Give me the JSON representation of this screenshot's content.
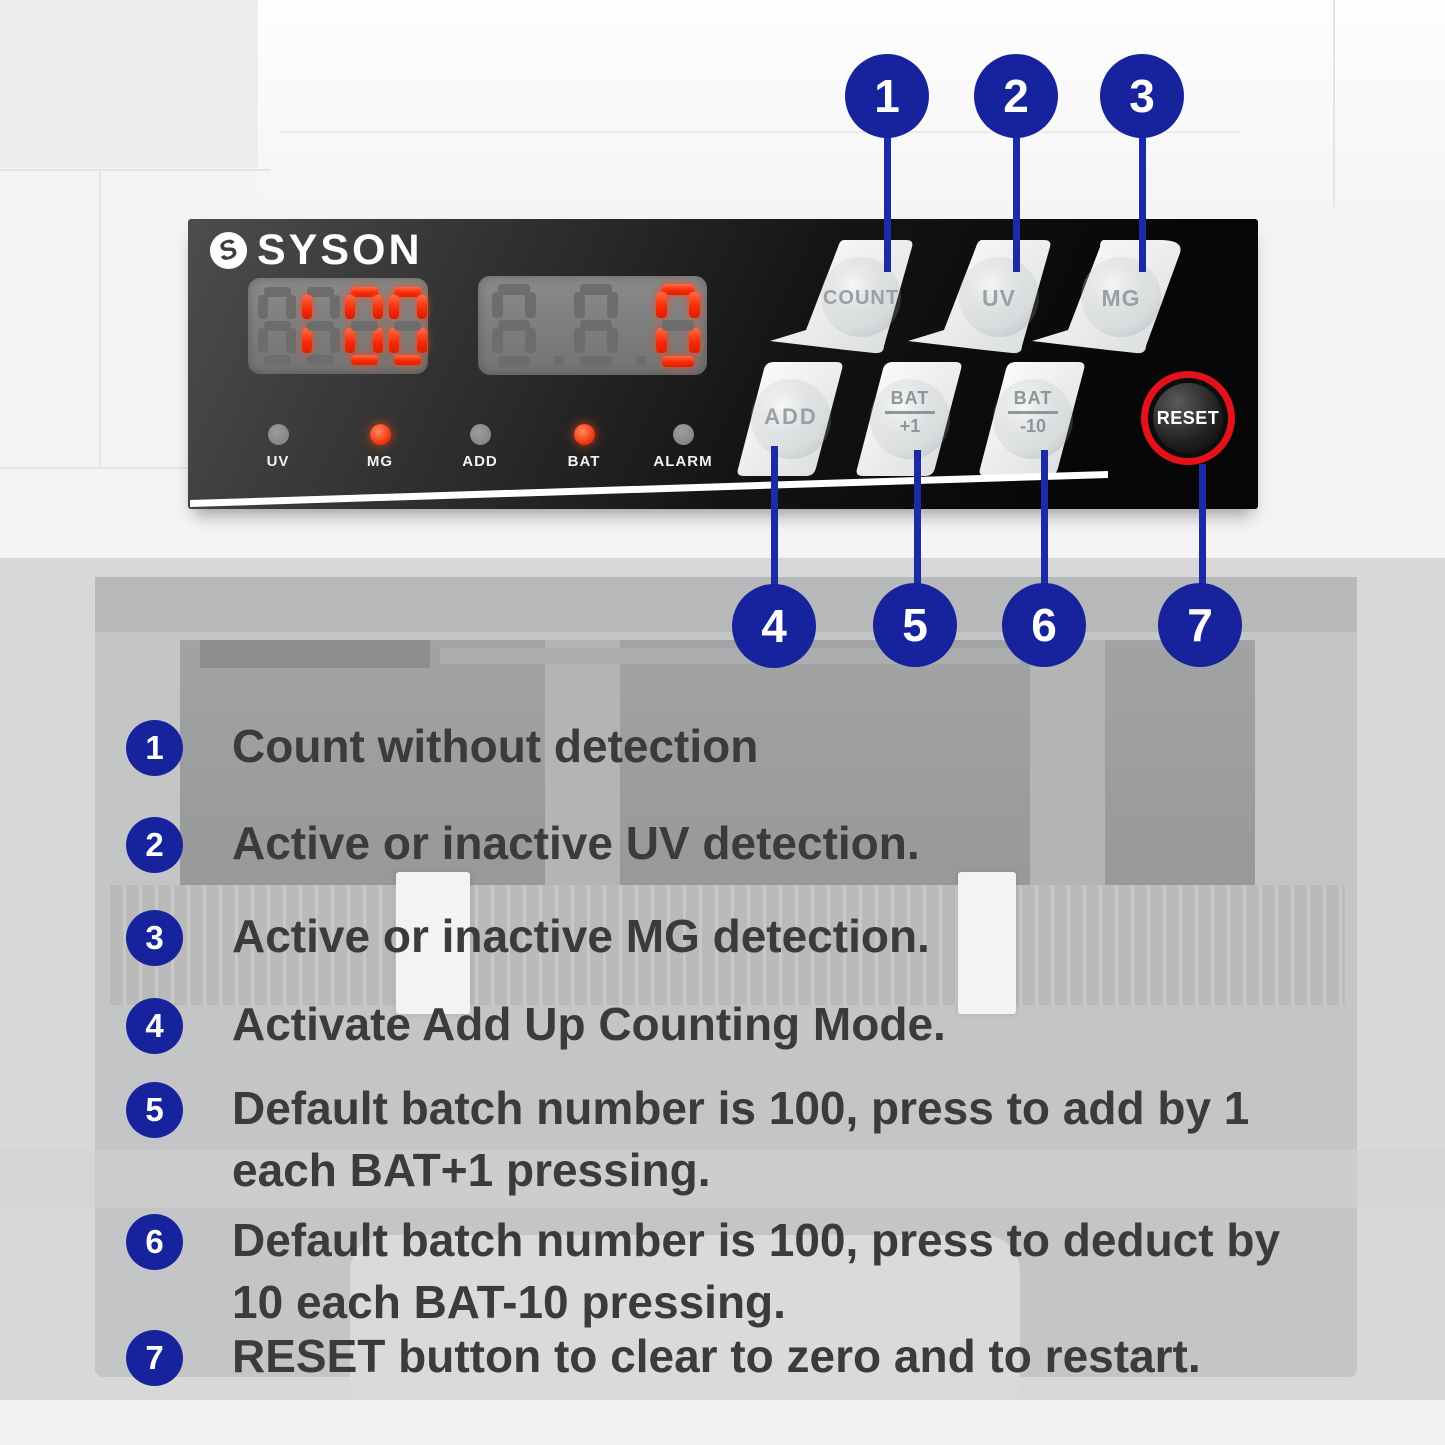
{
  "brand": {
    "name": "SYSON",
    "logo_letter": "S"
  },
  "panel": {
    "displays": {
      "batch": {
        "value": "100",
        "ghost_prefix": "8",
        "dots_after": []
      },
      "count": {
        "value": "0",
        "ghost_prefix": "88",
        "dots_after": [
          0,
          1
        ]
      }
    },
    "indicators": [
      {
        "label": "UV",
        "lit": false
      },
      {
        "label": "MG",
        "lit": true
      },
      {
        "label": "ADD",
        "lit": false
      },
      {
        "label": "BAT",
        "lit": true
      },
      {
        "label": "ALARM",
        "lit": false
      }
    ],
    "buttons": {
      "count": "COUNT",
      "uv": "UV",
      "mg": "MG",
      "add": "ADD",
      "bat_plus_top": "BAT",
      "bat_plus_bottom": "+1",
      "bat_minus_top": "BAT",
      "bat_minus_bottom": "-10",
      "reset": "RESET"
    }
  },
  "callouts": {
    "top": [
      "1",
      "2",
      "3"
    ],
    "bottom": [
      "4",
      "5",
      "6",
      "7"
    ]
  },
  "legend": [
    {
      "num": "1",
      "line1": "Count without detection",
      "line2": ""
    },
    {
      "num": "2",
      "line1": "Active or inactive UV detection.",
      "line2": ""
    },
    {
      "num": "3",
      "line1": "Active or inactive MG detection.",
      "line2": ""
    },
    {
      "num": "4",
      "line1": "Activate Add Up Counting Mode.",
      "line2": ""
    },
    {
      "num": "5",
      "line1": "Default batch number is 100, press to add  by 1",
      "line2": "each BAT+1 pressing."
    },
    {
      "num": "6",
      "line1": "Default batch number is 100, press to deduct by",
      "line2": "10 each BAT-10 pressing."
    },
    {
      "num": "7",
      "line1": "RESET button to clear to zero and to restart.",
      "line2": ""
    }
  ],
  "colors": {
    "accent_blue": "#17239d",
    "led_red": "#ff2b08",
    "reset_ring": "#e31119"
  }
}
